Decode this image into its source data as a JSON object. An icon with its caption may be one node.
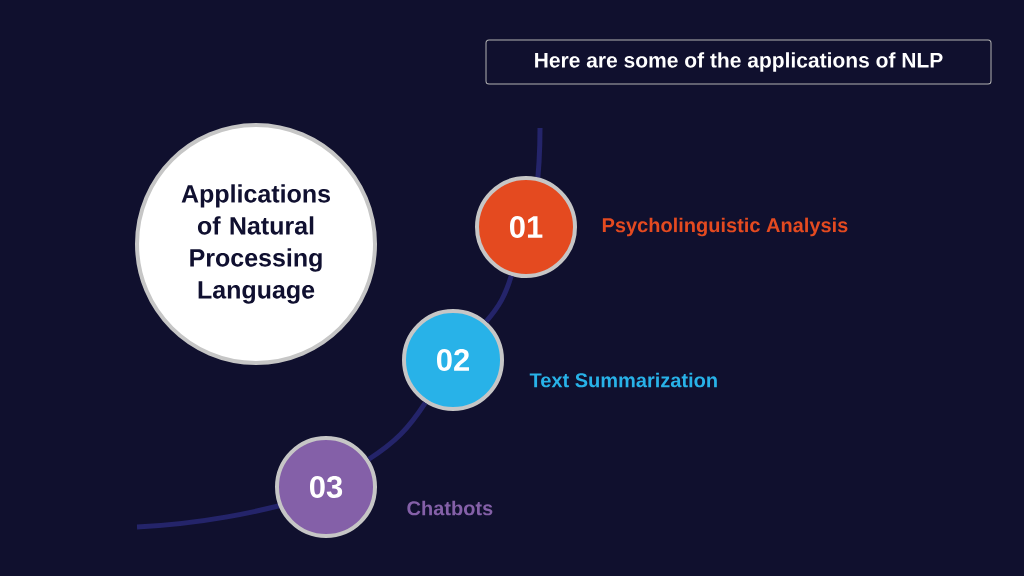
{
  "diagram": {
    "title": "Here are some of the applications of NLP",
    "nodes": [
      {
        "text": [
          "Applications of Natural Processing Language"
        ]
      },
      {
        "text": [
          "01"
        ],
        "beside": [
          "Psycholinguistic Analysis"
        ]
      },
      {
        "text": [
          "02"
        ],
        "beside": [
          "Text Summarization"
        ]
      },
      {
        "text": [
          "03"
        ],
        "beside": [
          "Chatbots"
        ]
      }
    ],
    "edges": [
      {
        "from": 3,
        "to": 2,
        "arrow": "none"
      },
      {
        "from": 2,
        "to": 1,
        "arrow": "none"
      }
    ]
  }
}
